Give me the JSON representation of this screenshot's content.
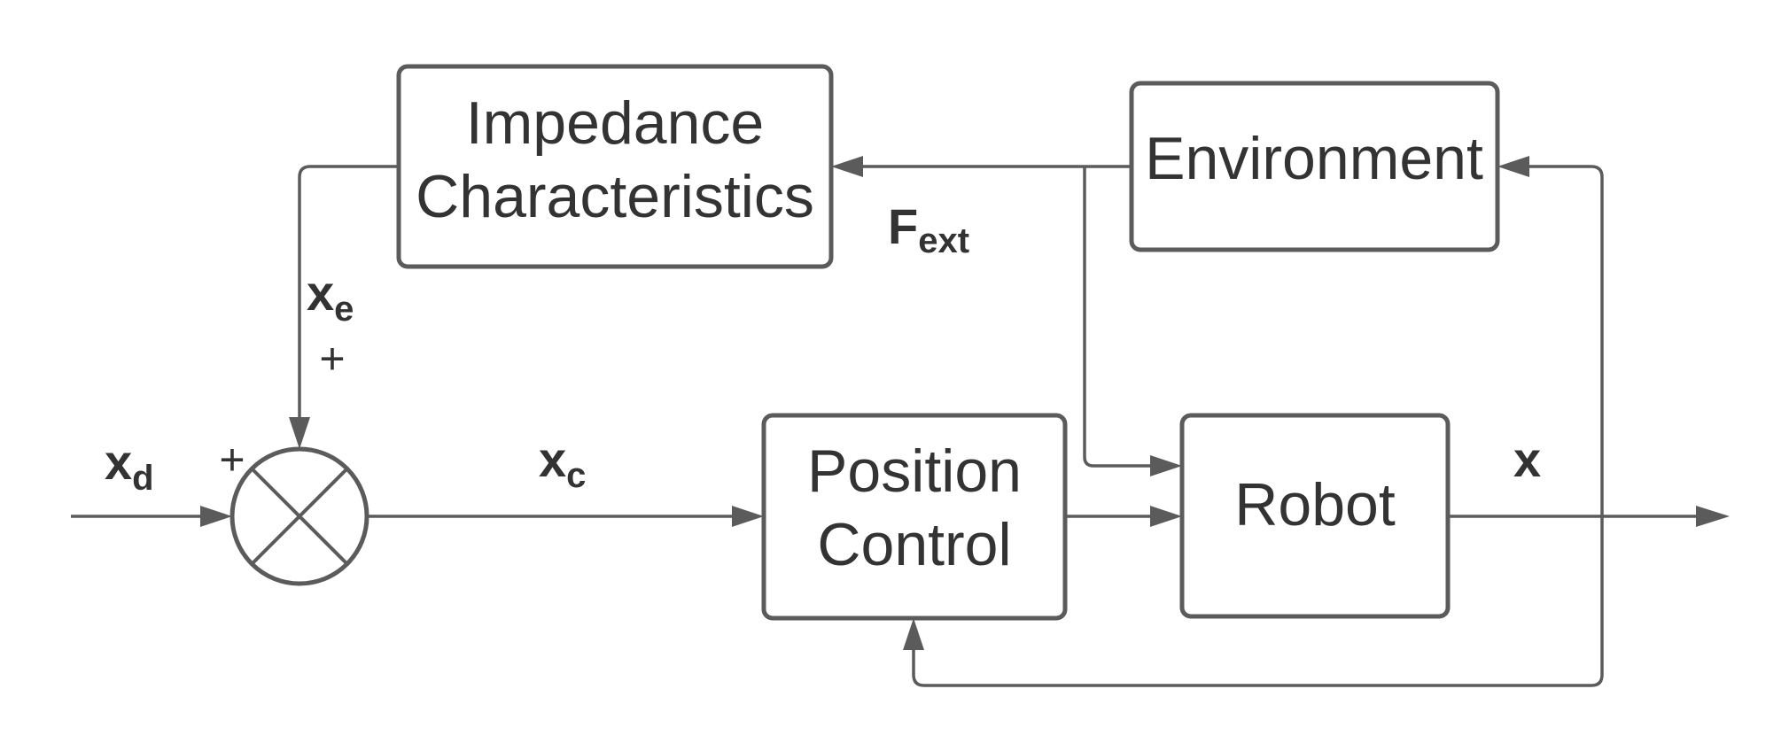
{
  "blocks": {
    "impedance": {
      "line1": "Impedance",
      "line2": "Characteristics"
    },
    "environment": {
      "label": "Environment"
    },
    "position_control": {
      "line1": "Position",
      "line2": "Control"
    },
    "robot": {
      "label": "Robot"
    }
  },
  "signals": {
    "xd": {
      "main": "x",
      "sub": "d"
    },
    "xe": {
      "main": "x",
      "sub": "e"
    },
    "xc": {
      "main": "x",
      "sub": "c"
    },
    "fext": {
      "main": "F",
      "sub": "ext"
    },
    "x": {
      "main": "x"
    }
  },
  "summing_junction": {
    "sign_top": "+",
    "sign_left": "+"
  },
  "colors": {
    "stroke": "#5b5b5b",
    "text": "#333333",
    "background": "#ffffff"
  }
}
